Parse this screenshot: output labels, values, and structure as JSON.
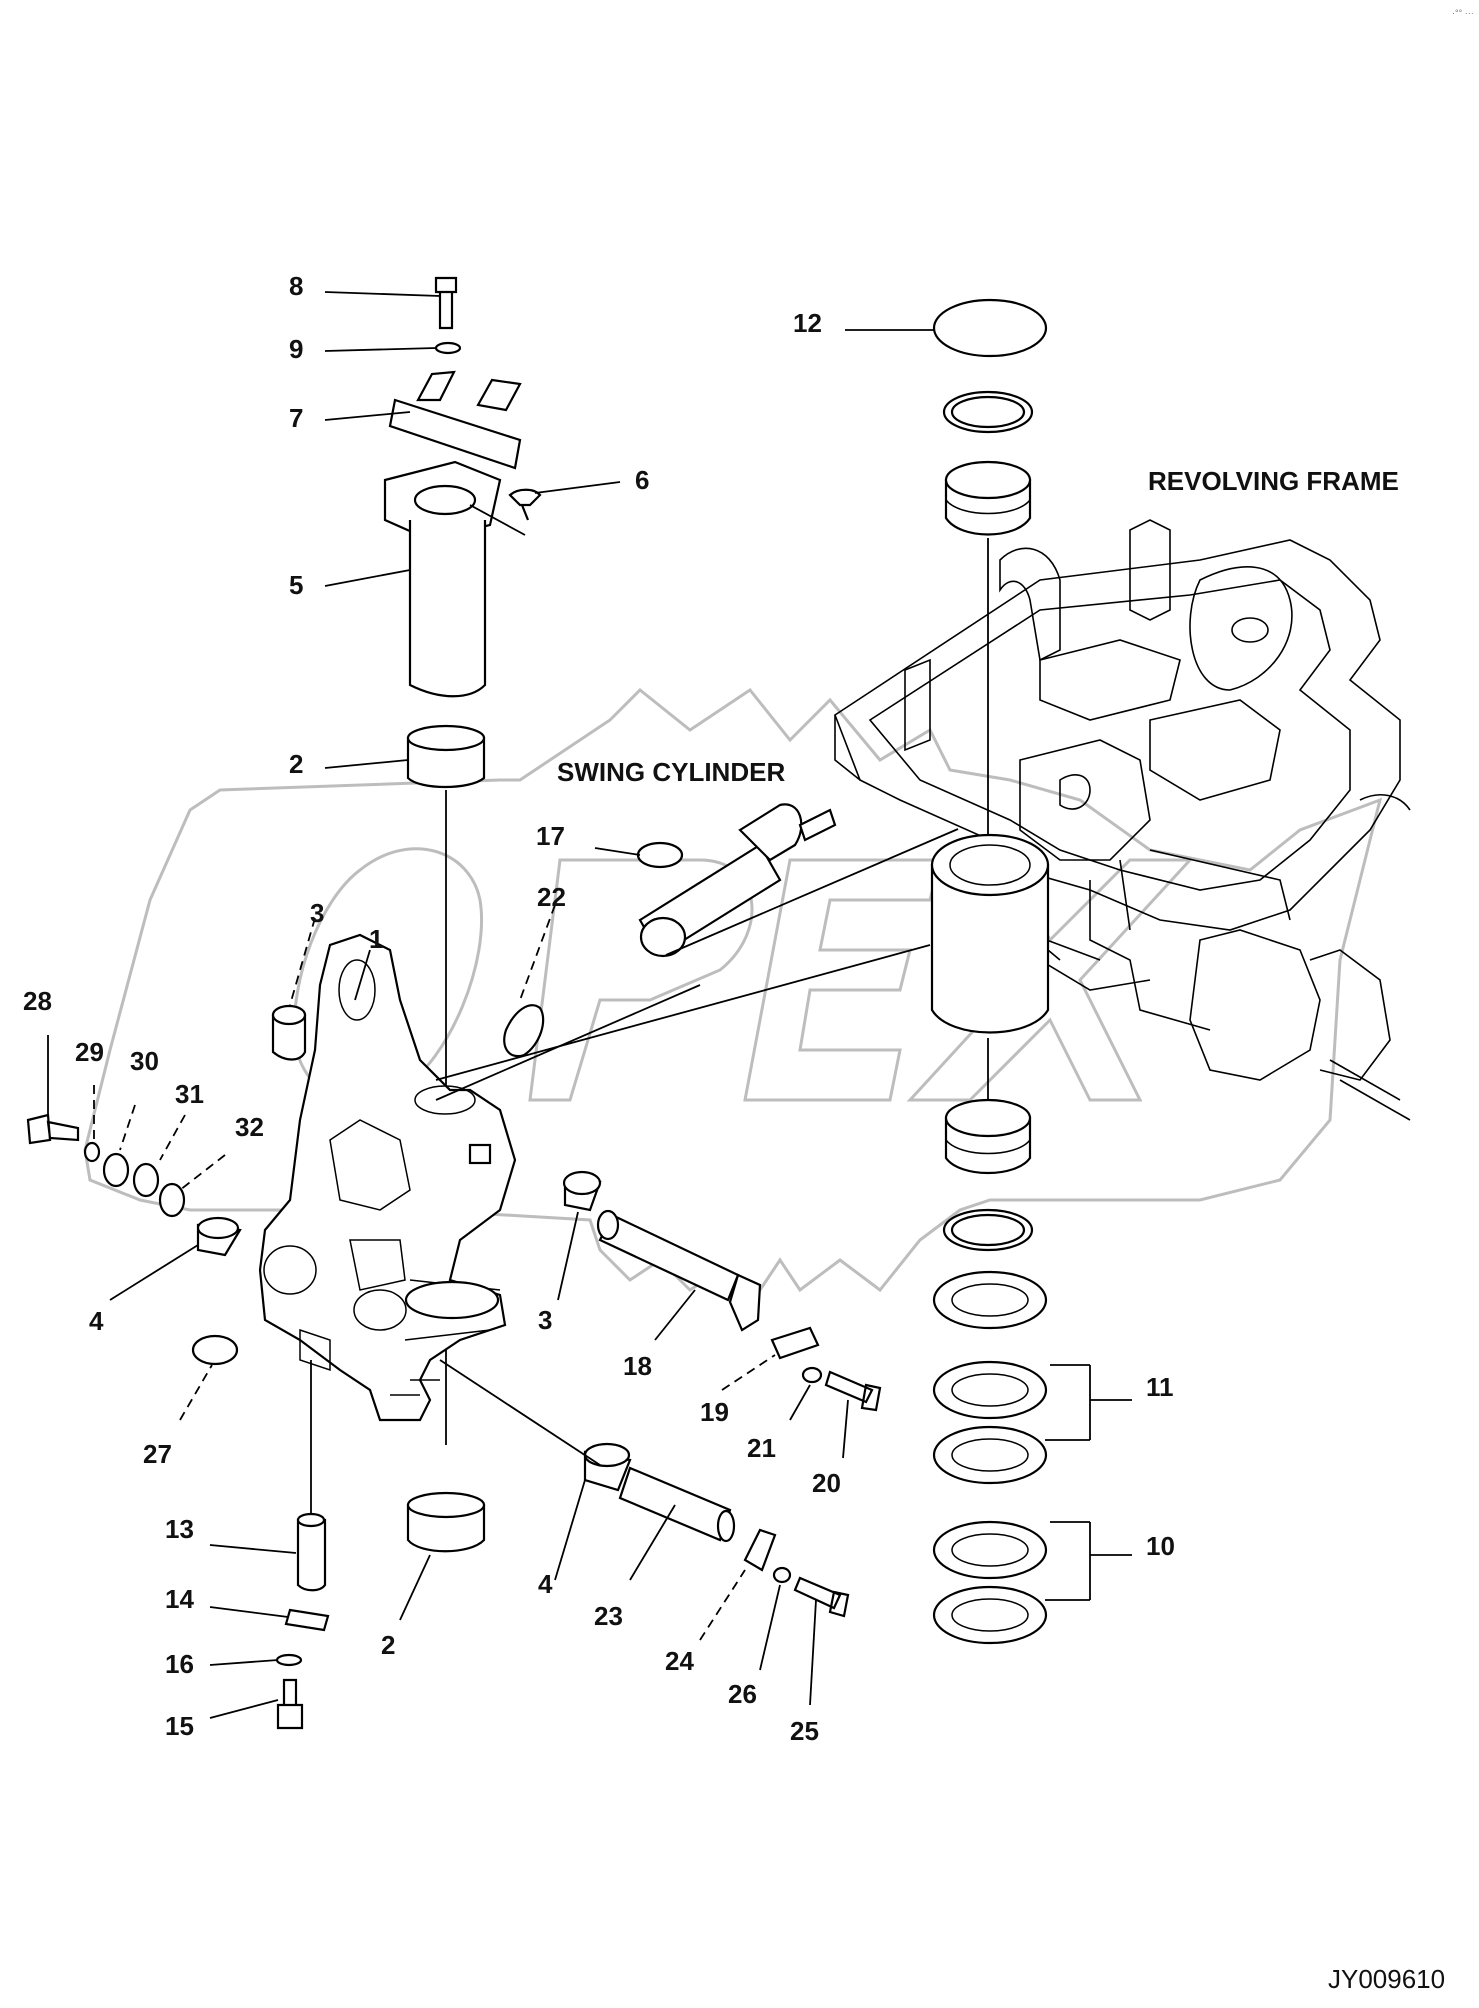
{
  "diagram": {
    "document_code": "JY009610",
    "corner_mark": "·°° ···",
    "sections": {
      "revolving_frame": "REVOLVING FRAME",
      "swing_cylinder": "SWING CYLINDER"
    },
    "watermark_text": "OPEX",
    "callouts": [
      "1",
      "2",
      "3",
      "4",
      "5",
      "6",
      "7",
      "8",
      "9",
      "10",
      "11",
      "12",
      "13",
      "14",
      "15",
      "16",
      "17",
      "18",
      "19",
      "20",
      "21",
      "22",
      "23",
      "24",
      "25",
      "26",
      "27",
      "28",
      "29",
      "30",
      "31",
      "32"
    ]
  }
}
